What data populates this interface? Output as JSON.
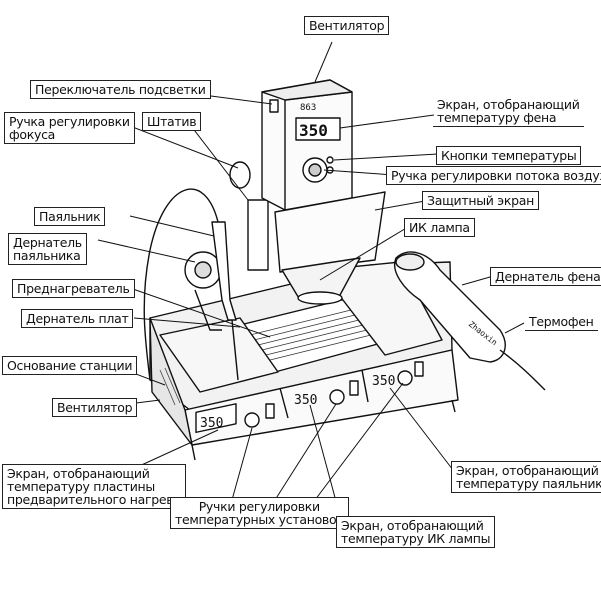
{
  "labels": {
    "fan_top": "Вентилятор",
    "backlight_switch": "Переключатель подсветки",
    "focus_knob": [
      "Ручка регулировки",
      "фокуса"
    ],
    "stand": "Штатив",
    "hot_air_display": [
      "Экран, отобранающий",
      "температуру фена"
    ],
    "temp_buttons": "Кнопки температуры",
    "airflow_knob": "Ручка регулировки потока воздуха",
    "shield": "Защитный экран",
    "soldering_iron": "Паяльник",
    "iron_holder": [
      "Дернатель",
      "паяльника"
    ],
    "ir_lamp": "ИК лампа",
    "gun_holder": "Дернатель фена",
    "preheater": "Преднагреватель",
    "hot_air_gun": "Термофен",
    "board_holder": "Дернатель плат",
    "station_base": "Основание станции",
    "fan_bottom": "Вентилятор",
    "preheat_display": [
      "Экран, отобранающий",
      "температуру пластины",
      "предварительного нагрева"
    ],
    "temp_knobs": [
      "Ручки регулировки",
      "температурных установок"
    ],
    "iron_display": [
      "Экран, отобранающий",
      "температуру паяльника"
    ],
    "ir_display": [
      "Экран, отобранающий",
      "температуру ИК лампы"
    ]
  },
  "device": {
    "brand": "863",
    "top_readout": "350",
    "readout_1": "350",
    "readout_2": "350",
    "readout_3": "350",
    "gun_brand": "Zhaoxin"
  }
}
